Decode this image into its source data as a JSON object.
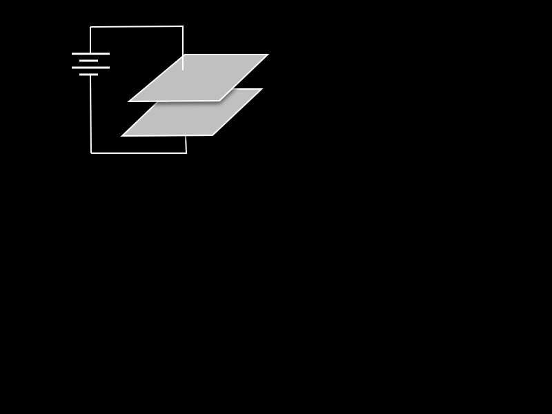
{
  "diagram": {
    "background_color": "#000000",
    "wire_color": "#ffffff",
    "plate_fill": "#c0c0c0",
    "plate_stroke": "#ffffff",
    "components": [
      {
        "name": "battery",
        "cells": 2
      },
      {
        "name": "parallel-plate-capacitor",
        "plates": 2
      }
    ]
  }
}
